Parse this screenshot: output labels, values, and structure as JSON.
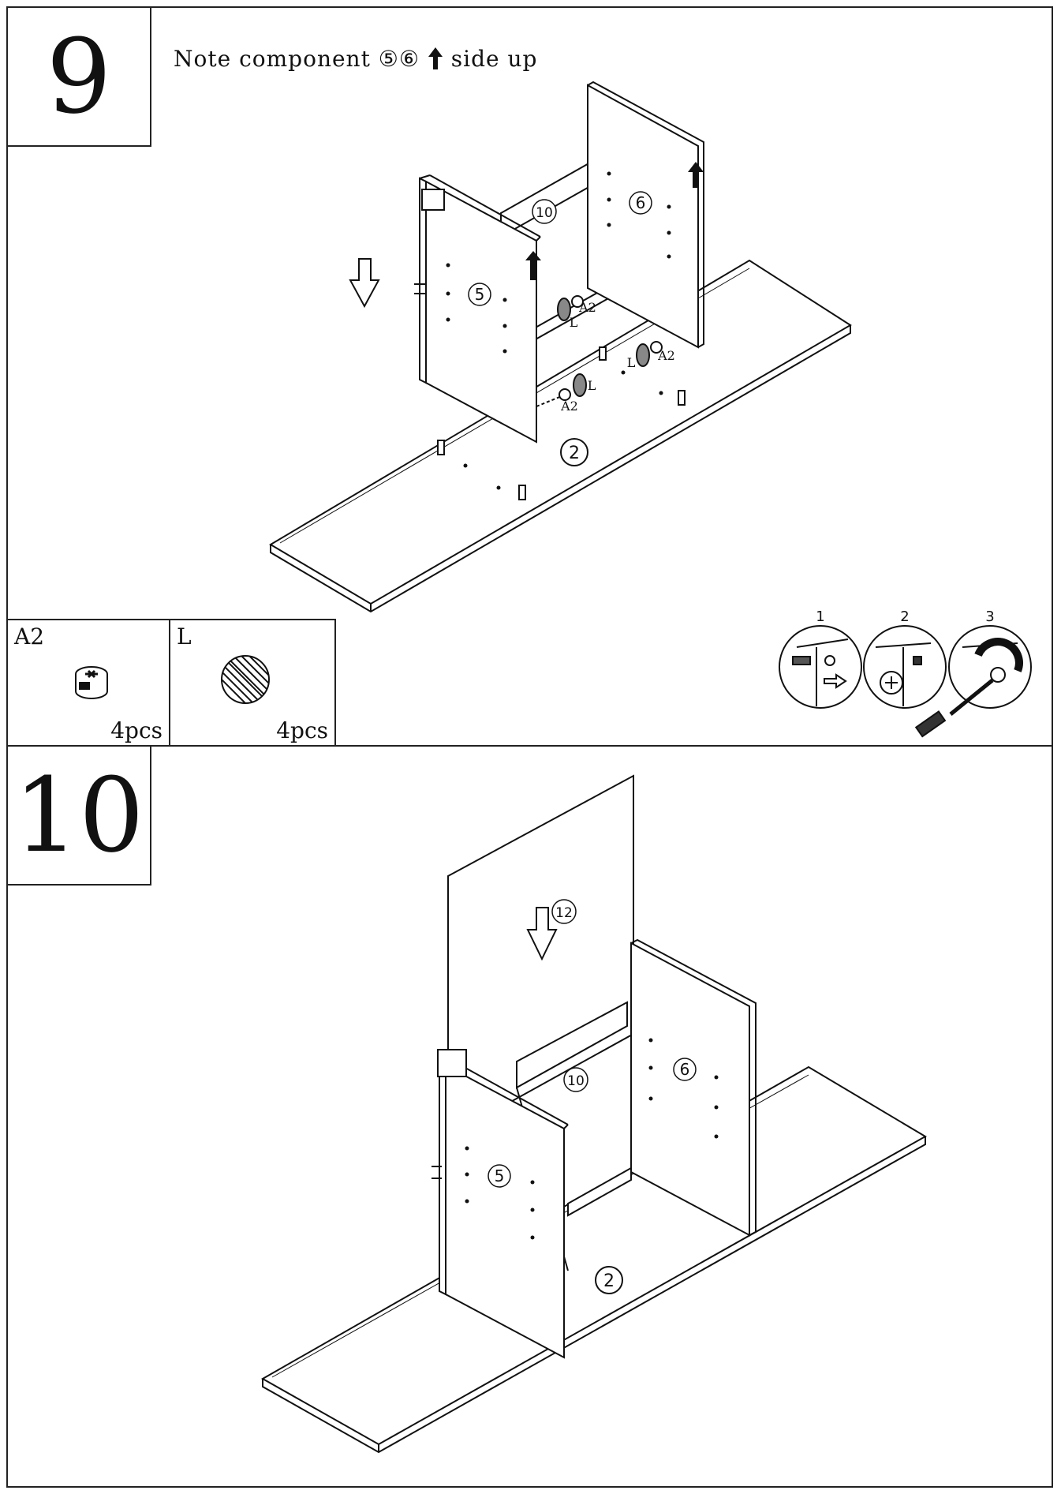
{
  "steps": [
    {
      "number": "9",
      "note": "Note component ⑤⑥",
      "note_suffix": "side up"
    },
    {
      "number": "10"
    }
  ],
  "parts": [
    {
      "code": "A2",
      "qty": "4pcs",
      "icon": "cam-lock-icon"
    },
    {
      "code": "L",
      "qty": "4pcs",
      "icon": "wooden-dowel-icon"
    }
  ],
  "labels": {
    "panel_2": "2",
    "panel_5": "5",
    "panel_6": "6",
    "panel_10": "10",
    "panel_12": "12",
    "hw_a2": "A2",
    "hw_l": "L"
  },
  "instruction_steps": [
    "1",
    "2",
    "3"
  ]
}
